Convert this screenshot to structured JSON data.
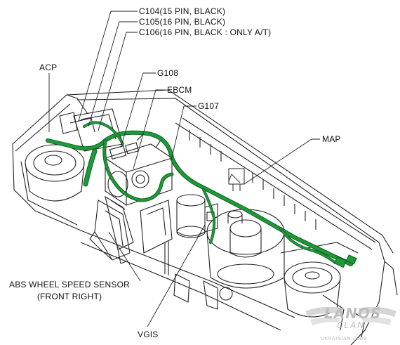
{
  "labels": {
    "c104": "C104(15 PIN, BLACK)",
    "c105": "C105(16 PIN, BLACK)",
    "c106": "C106(16 PIN, BLACK : ONLY A/T)",
    "acp": "ACP",
    "g108": "G108",
    "ebcm": "EBCM",
    "g107": "G107",
    "map": "MAP",
    "abs_line1": "ABS WHEEL SPEED SENSOR",
    "abs_line2": "(FRONT RIGHT)",
    "vgis": "VGIS"
  },
  "watermark": {
    "brand": "LANOS",
    "sub": "CLAN",
    "tagline": "UKRAINIAN CLUB"
  },
  "colors": {
    "harness": "#1f9a3a",
    "harness_dark": "#0f5f22",
    "line_art": "#222222",
    "watermark": "#bdbdbd"
  }
}
